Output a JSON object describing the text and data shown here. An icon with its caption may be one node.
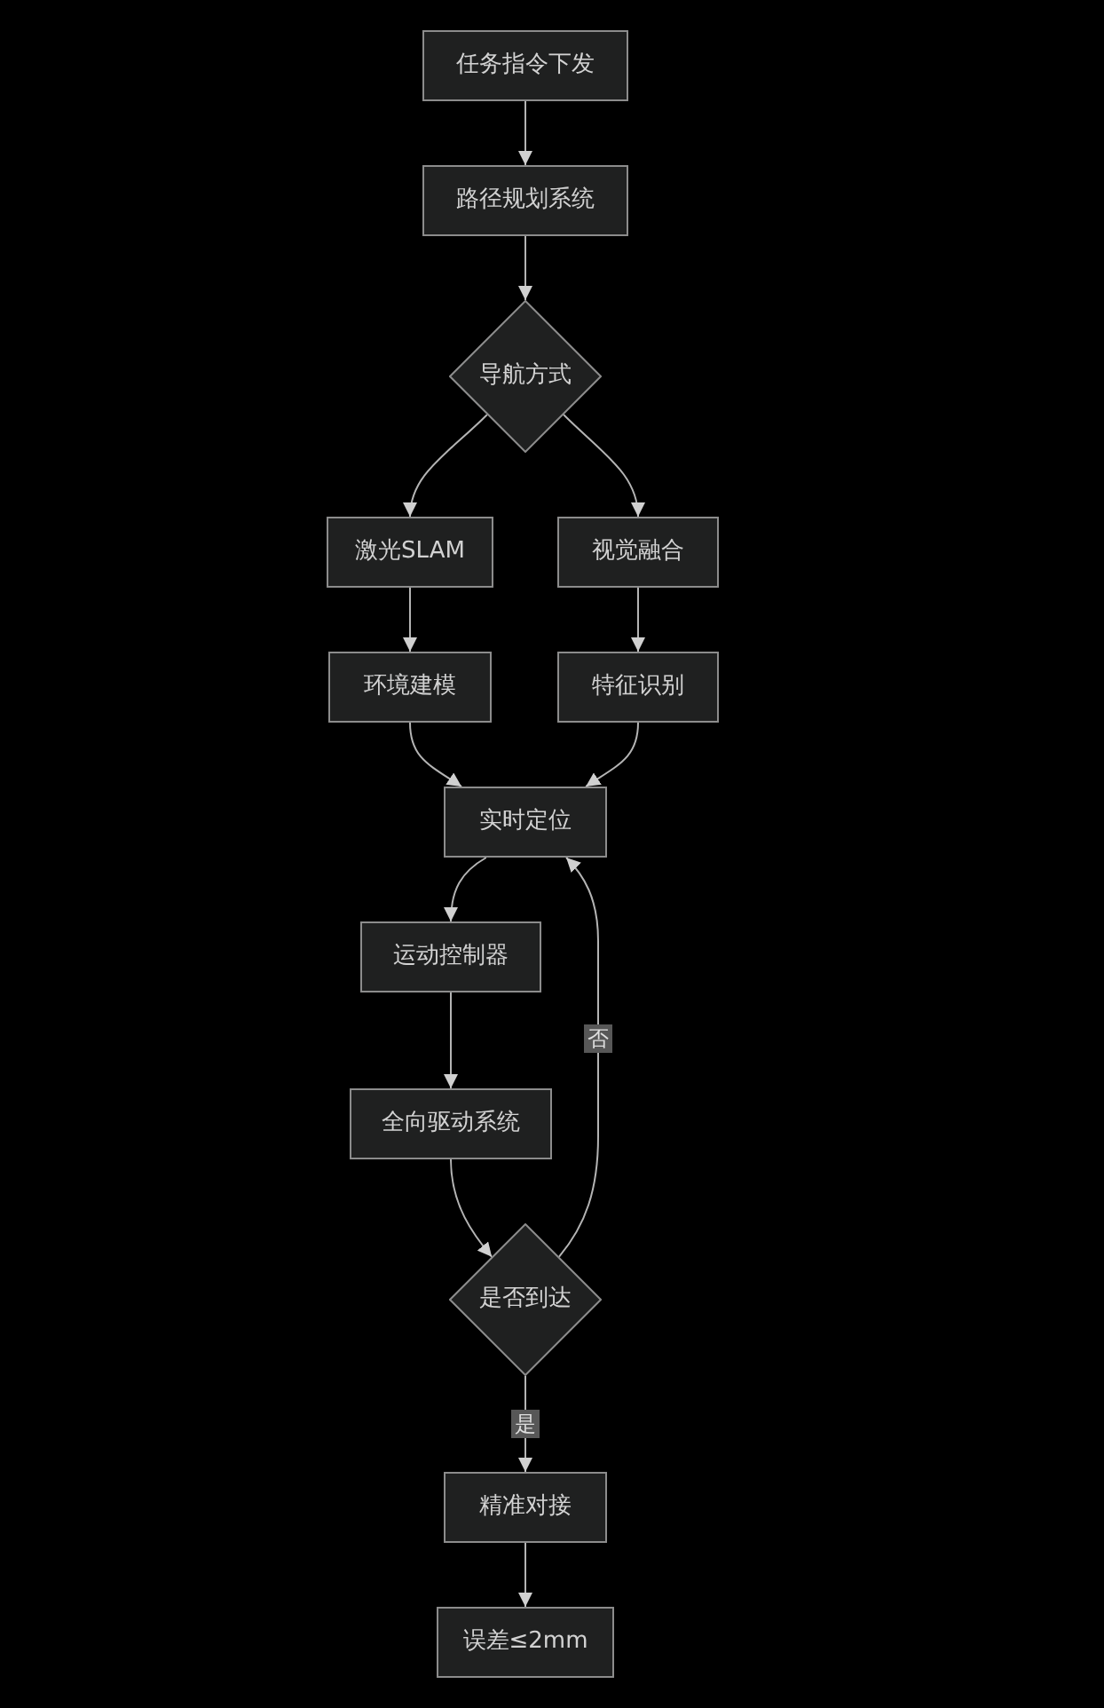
{
  "diagram": {
    "nodes": [
      {
        "text": [
          "任务指令下发"
        ]
      },
      {
        "text": [
          "路径规划系统"
        ]
      },
      {
        "text": [
          "导航方式"
        ]
      },
      {
        "text": [
          "激光SLAM"
        ]
      },
      {
        "text": [
          "视觉融合"
        ]
      },
      {
        "text": [
          "环境建模"
        ]
      },
      {
        "text": [
          "特征识别"
        ]
      },
      {
        "text": [
          "实时定位"
        ]
      },
      {
        "text": [
          "运动控制器"
        ]
      },
      {
        "text": [
          "全向驱动系统"
        ]
      },
      {
        "text": [
          "是否到达"
        ]
      },
      {
        "text": [
          "精准对接"
        ]
      },
      {
        "text": [
          "误差≤2mm"
        ]
      }
    ],
    "edges": [
      {
        "from": 0,
        "to": 1,
        "arrow": "to"
      },
      {
        "from": 1,
        "to": 2,
        "arrow": "to"
      },
      {
        "from": 2,
        "to": 3,
        "arrow": "to"
      },
      {
        "from": 2,
        "to": 4,
        "arrow": "to"
      },
      {
        "from": 3,
        "to": 5,
        "arrow": "to"
      },
      {
        "from": 4,
        "to": 6,
        "arrow": "to"
      },
      {
        "from": 5,
        "to": 7,
        "arrow": "to"
      },
      {
        "from": 6,
        "to": 7,
        "arrow": "to"
      },
      {
        "from": 7,
        "to": 8,
        "arrow": "to"
      },
      {
        "from": 8,
        "to": 9,
        "arrow": "to"
      },
      {
        "from": 9,
        "to": 10,
        "arrow": "to"
      },
      {
        "from": 10,
        "to": 7,
        "arrow": "to",
        "label": "否"
      },
      {
        "from": 10,
        "to": 11,
        "arrow": "to",
        "label": "是"
      },
      {
        "from": 11,
        "to": 12,
        "arrow": "to"
      }
    ]
  }
}
